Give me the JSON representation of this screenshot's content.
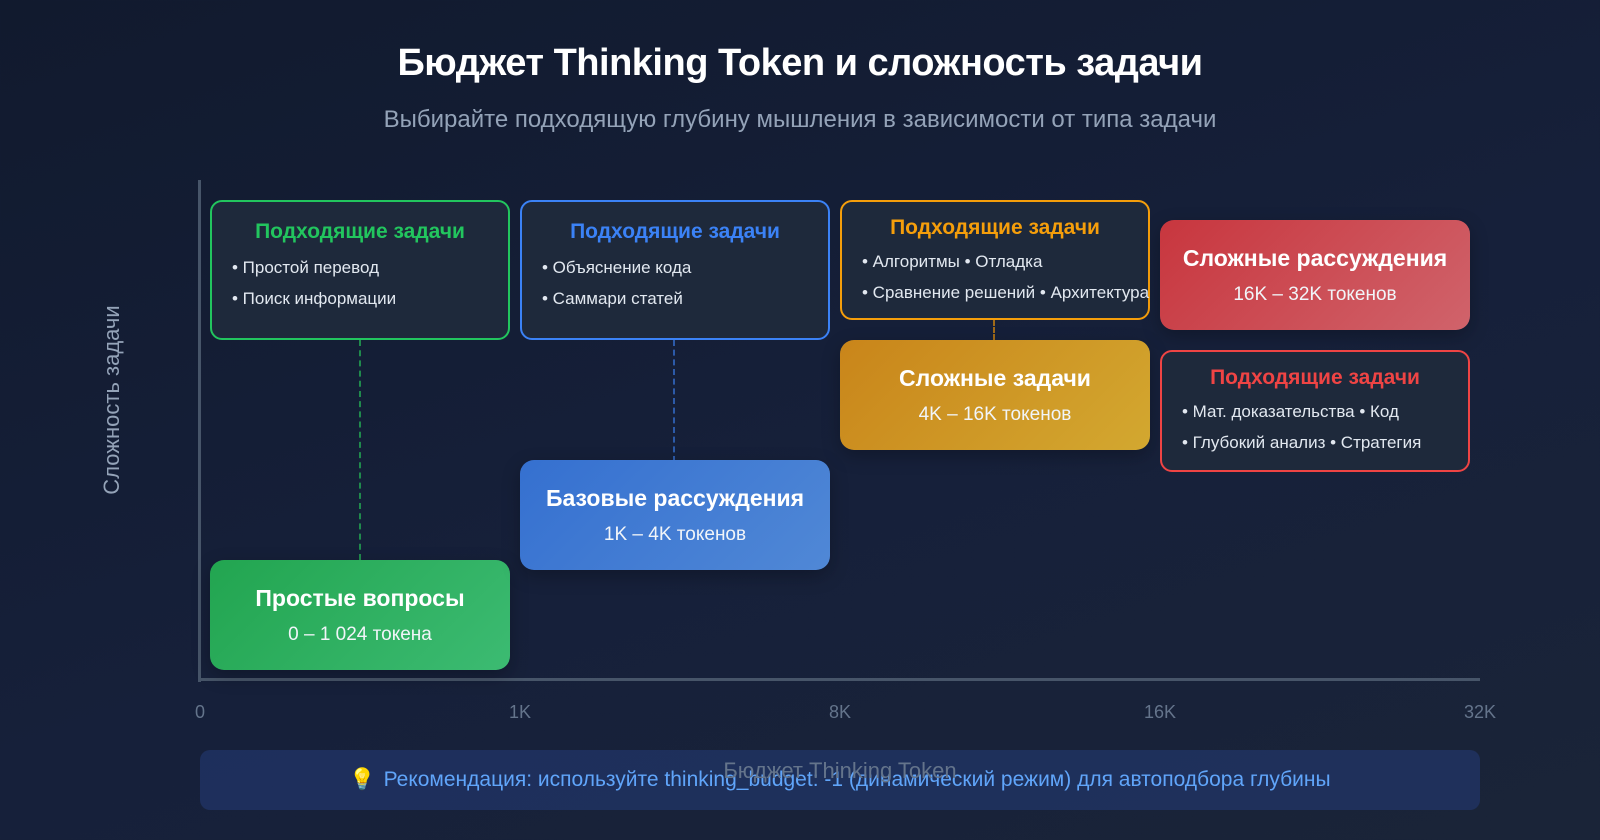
{
  "header": {
    "title": "Бюджет Thinking Token и сложность задачи",
    "subtitle": "Выбирайте подходящую глубину мышления в зависимости от типа задачи"
  },
  "axes": {
    "y_label": "Сложность задачи",
    "x_label": "Бюджет Thinking Token",
    "x_ticks": [
      "0",
      "1K",
      "8K",
      "16K",
      "32K"
    ]
  },
  "levels": [
    {
      "name": "Простые вопросы",
      "range": "0 – 1 024 токена",
      "color": "#22a550",
      "tasks": {
        "heading": "Подходящие задачи",
        "items": [
          "• Простой перевод",
          "• Поиск информации"
        ]
      }
    },
    {
      "name": "Базовые рассуждения",
      "range": "1K – 4K токенов",
      "color": "#3b82f6",
      "tasks": {
        "heading": "Подходящие задачи",
        "items": [
          "• Объяснение кода",
          "• Саммари статей"
        ]
      }
    },
    {
      "name": "Сложные задачи",
      "range": "4K – 16K токенов",
      "color": "#f59e0b",
      "tasks": {
        "heading": "Подходящие задачи",
        "items": [
          "• Алгоритмы • Отладка",
          "• Сравнение решений • Архитектура"
        ]
      }
    },
    {
      "name": "Сложные рассуждения",
      "range": "16K – 32K токенов",
      "color": "#ef4444",
      "tasks": {
        "heading": "Подходящие задачи",
        "items": [
          "• Мат. доказательства • Код",
          "• Глубокий анализ • Стратегия"
        ]
      }
    }
  ],
  "recommendation": {
    "icon": "lightbulb-icon",
    "glyph": "💡",
    "text": "Рекомендация: используйте thinking_budget: -1 (динамический режим) для автоподбора глубины"
  },
  "colors": {
    "background": "#131c30",
    "axis": "#475569",
    "green": "#22c55e",
    "blue": "#3b82f6",
    "orange": "#f59e0b",
    "red": "#ef4444",
    "recommendation_text": "#60a5fa"
  }
}
